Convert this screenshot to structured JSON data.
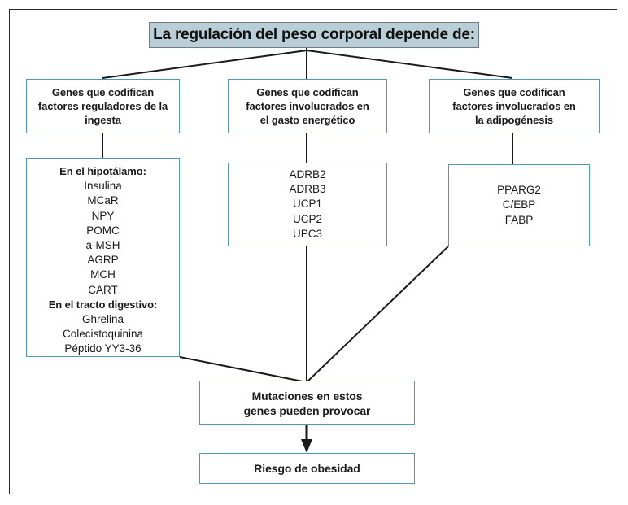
{
  "diagram": {
    "title": "La regulación del peso corporal depende de:",
    "categories": [
      {
        "id": "ingesta",
        "lines": [
          "Genes que codifican",
          "factores reguladores de la",
          "ingesta"
        ]
      },
      {
        "id": "gasto-energetico",
        "lines": [
          "Genes que codifican",
          "factores involucrados en",
          "el gasto energético"
        ]
      },
      {
        "id": "adipogenesis",
        "lines": [
          "Genes que codifican",
          "factores involucrados en",
          "la adipogénesis"
        ]
      }
    ],
    "gene_lists": [
      {
        "id": "ingesta-genes",
        "items": [
          {
            "text": "En el hipotálamo:",
            "header": true
          },
          {
            "text": "Insulina",
            "header": false
          },
          {
            "text": "MCaR",
            "header": false
          },
          {
            "text": "NPY",
            "header": false
          },
          {
            "text": "POMC",
            "header": false
          },
          {
            "text": "a-MSH",
            "header": false
          },
          {
            "text": "AGRP",
            "header": false
          },
          {
            "text": "MCH",
            "header": false
          },
          {
            "text": "CART",
            "header": false
          },
          {
            "text": "En el tracto digestivo:",
            "header": true
          },
          {
            "text": "Ghrelina",
            "header": false
          },
          {
            "text": "Colecistoquinina",
            "header": false
          },
          {
            "text": "Péptido YY3-36",
            "header": false
          }
        ]
      },
      {
        "id": "gasto-genes",
        "items": [
          {
            "text": "ADRB2",
            "header": false
          },
          {
            "text": "ADRB3",
            "header": false
          },
          {
            "text": "UCP1",
            "header": false
          },
          {
            "text": "UCP2",
            "header": false
          },
          {
            "text": "UPC3",
            "header": false
          }
        ]
      },
      {
        "id": "adipogenesis-genes",
        "items": [
          {
            "text": "PPARG2",
            "header": false
          },
          {
            "text": "C/EBP",
            "header": false
          },
          {
            "text": "FABP",
            "header": false
          }
        ]
      }
    ],
    "outcomes": [
      {
        "id": "mutaciones",
        "lines": [
          "Mutaciones en estos",
          "genes pueden provocar"
        ]
      },
      {
        "id": "riesgo",
        "lines": [
          "Riesgo de obesidad"
        ]
      }
    ],
    "colors": {
      "box_border": "#4c9ab5",
      "title_fill": "#b9ced7",
      "title_border": "#6f7c82",
      "connector": "#1a1a1a",
      "frame": "#2b2b2b",
      "text": "#1a1a1a"
    }
  }
}
